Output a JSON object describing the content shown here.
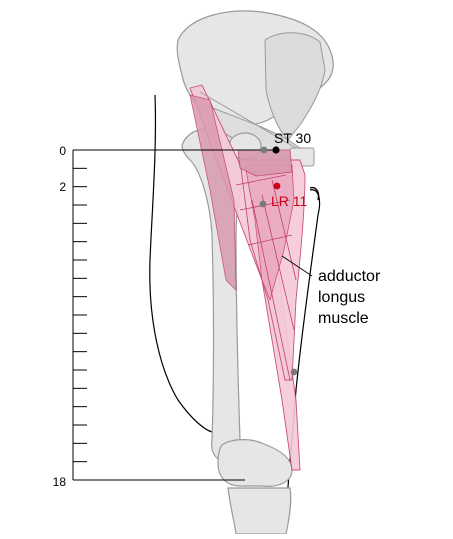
{
  "scale": {
    "top_label": "0",
    "cun2_label": "2",
    "bottom_label": "18",
    "tick_count": 18
  },
  "points": {
    "st30_label": "ST 30",
    "lr11_label": "LR 11"
  },
  "annotation": {
    "line1": "adductor",
    "line2": "longus",
    "line3": "muscle"
  },
  "colors": {
    "bone_fill": "#e6e6e6",
    "bone_stroke": "#9a9a9a",
    "muscle_fill": "#f4c9d6",
    "muscle_dark": "#d99aae",
    "muscle_line": "#c2406e",
    "point_black": "#000000",
    "point_red": "#d0021b",
    "point_grey": "#7a7a7a",
    "outline": "#000000"
  }
}
